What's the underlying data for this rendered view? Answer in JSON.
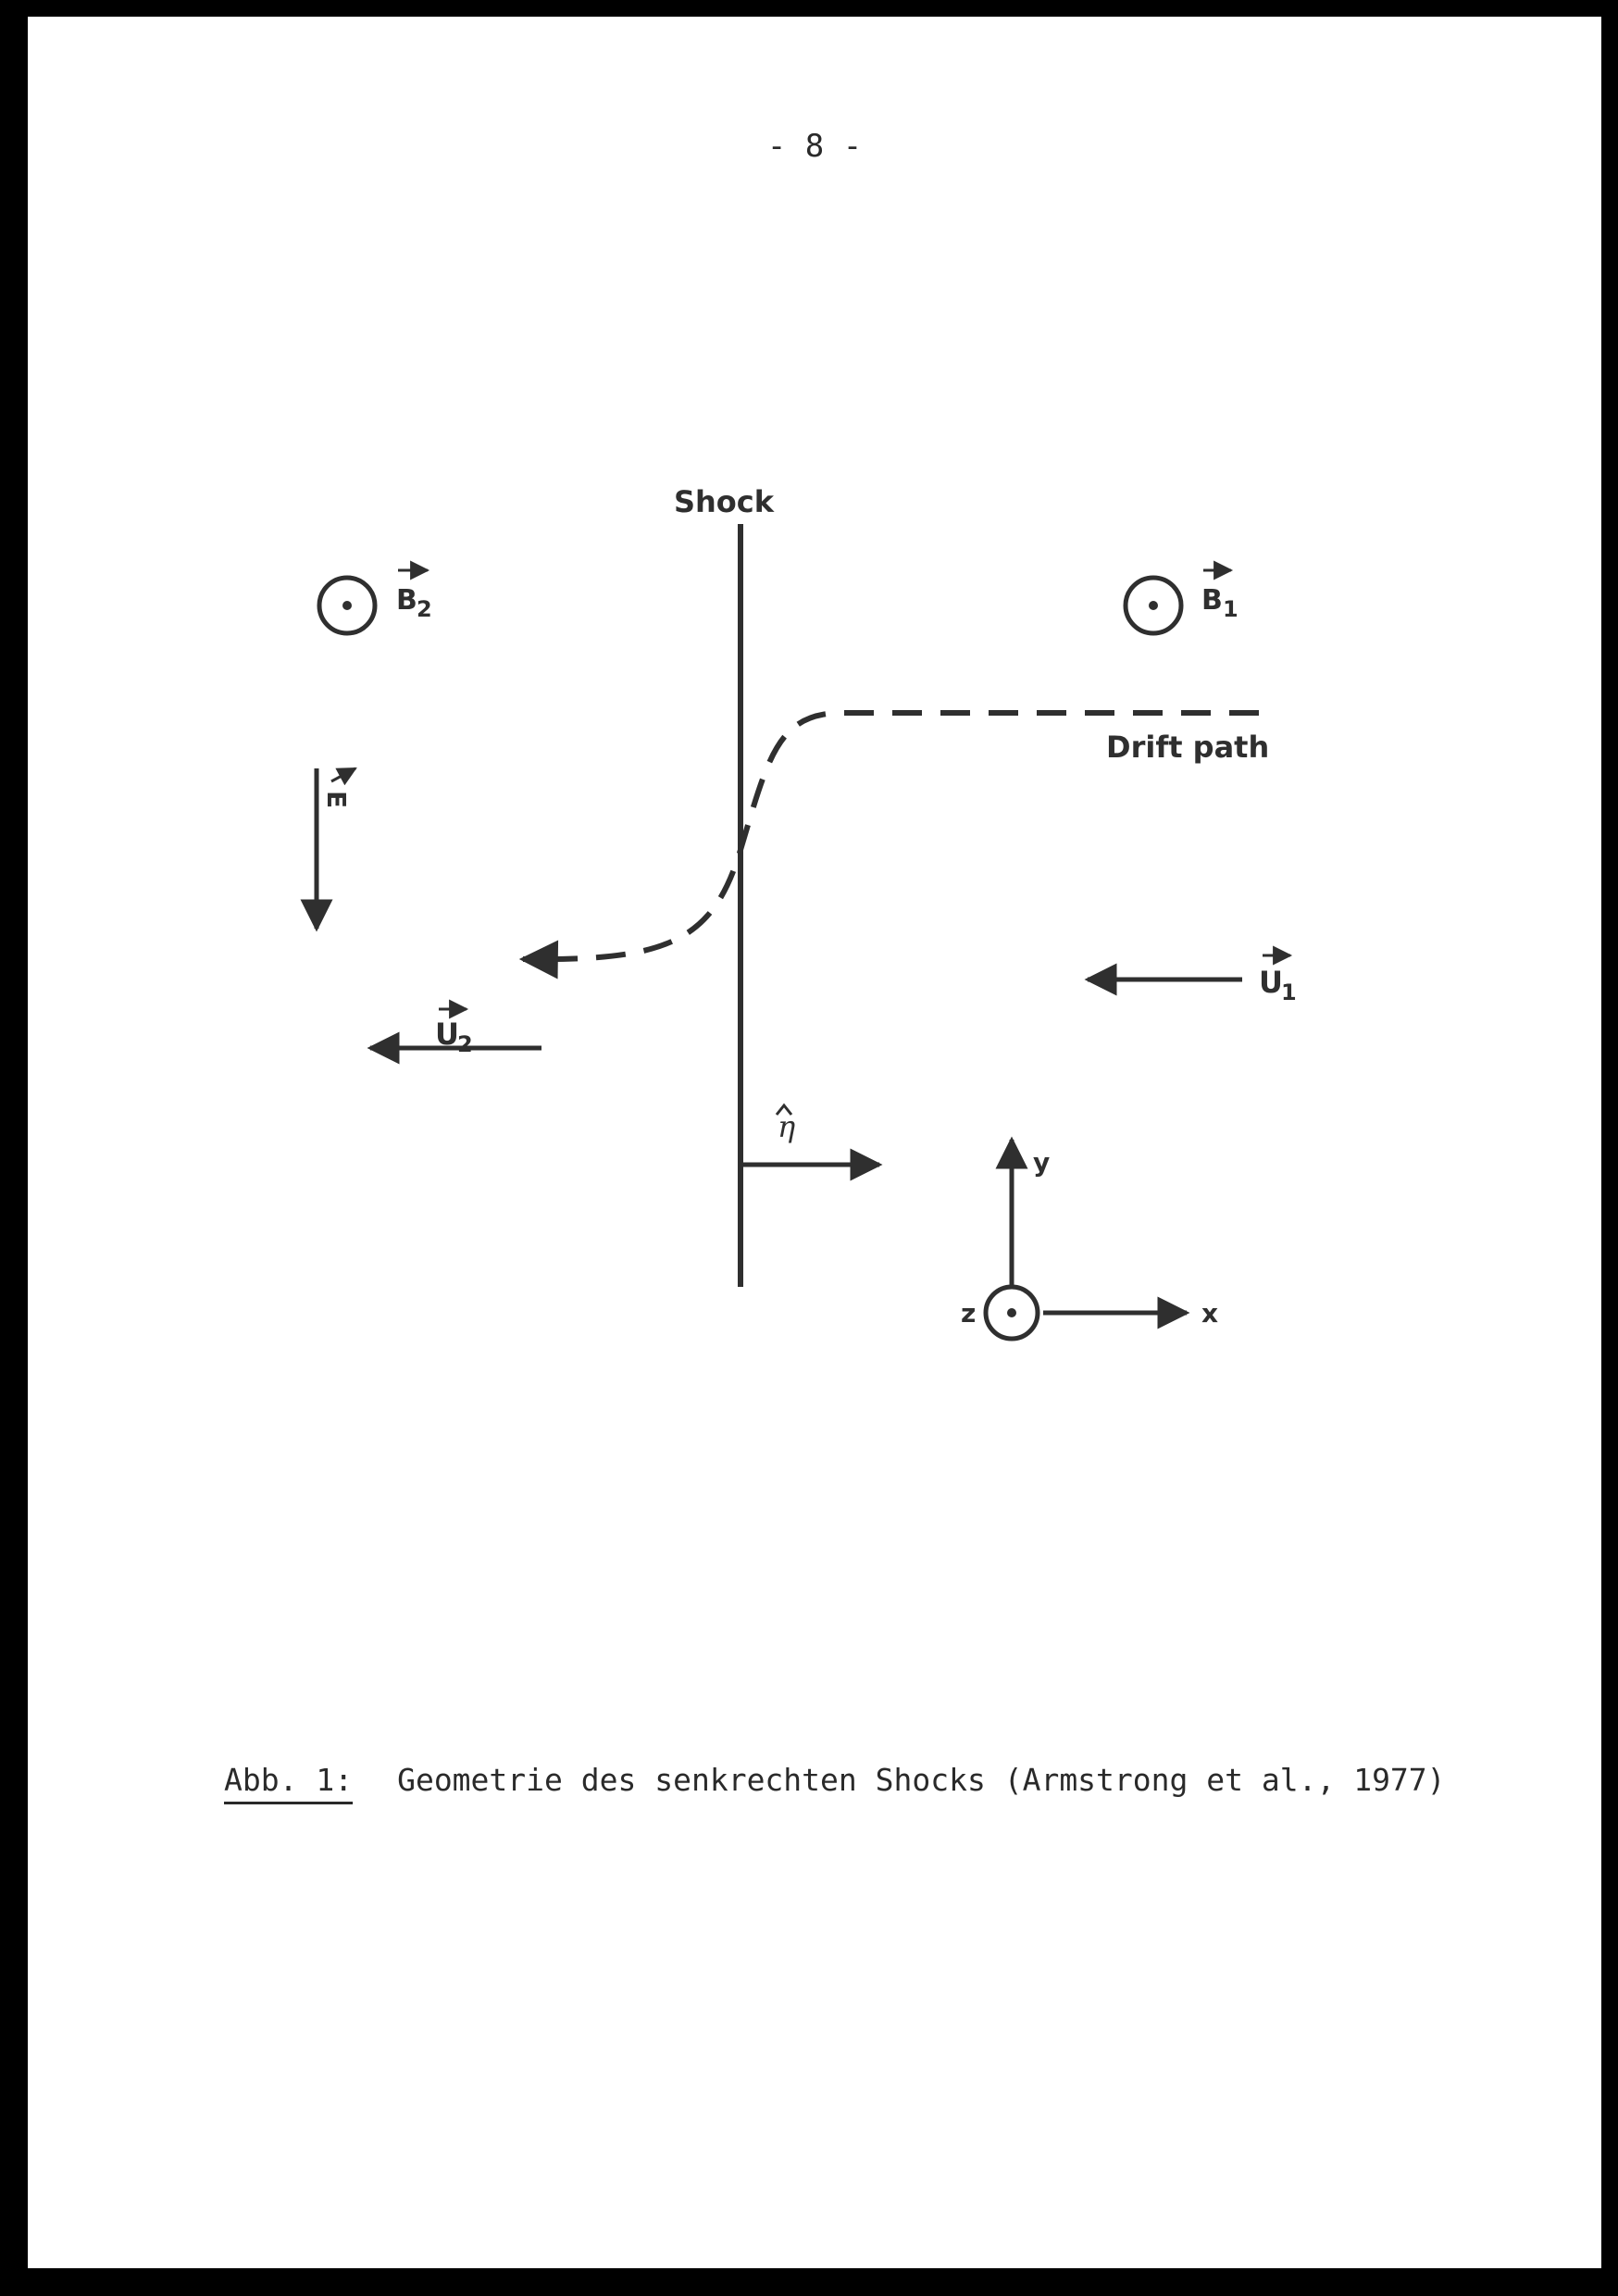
{
  "page": {
    "number": "- 8 -"
  },
  "diagram": {
    "shock_label": "Shock",
    "drift_path_label": "Drift path",
    "B2": "B",
    "B2_sub": "2",
    "B1": "B",
    "B1_sub": "1",
    "E": "E",
    "U1": "U",
    "U1_sub": "1",
    "U2": "U",
    "U2_sub": "2",
    "eta": "η",
    "axis_y": "y",
    "axis_x": "x",
    "axis_z": "z"
  },
  "caption": {
    "label": "Abb. 1:",
    "text": "Geometrie des senkrechten Shocks (Armstrong et al., 1977)"
  },
  "colors": {
    "ink": "#2f2f2f",
    "paper": "#ffffff",
    "frame": "#000000"
  }
}
